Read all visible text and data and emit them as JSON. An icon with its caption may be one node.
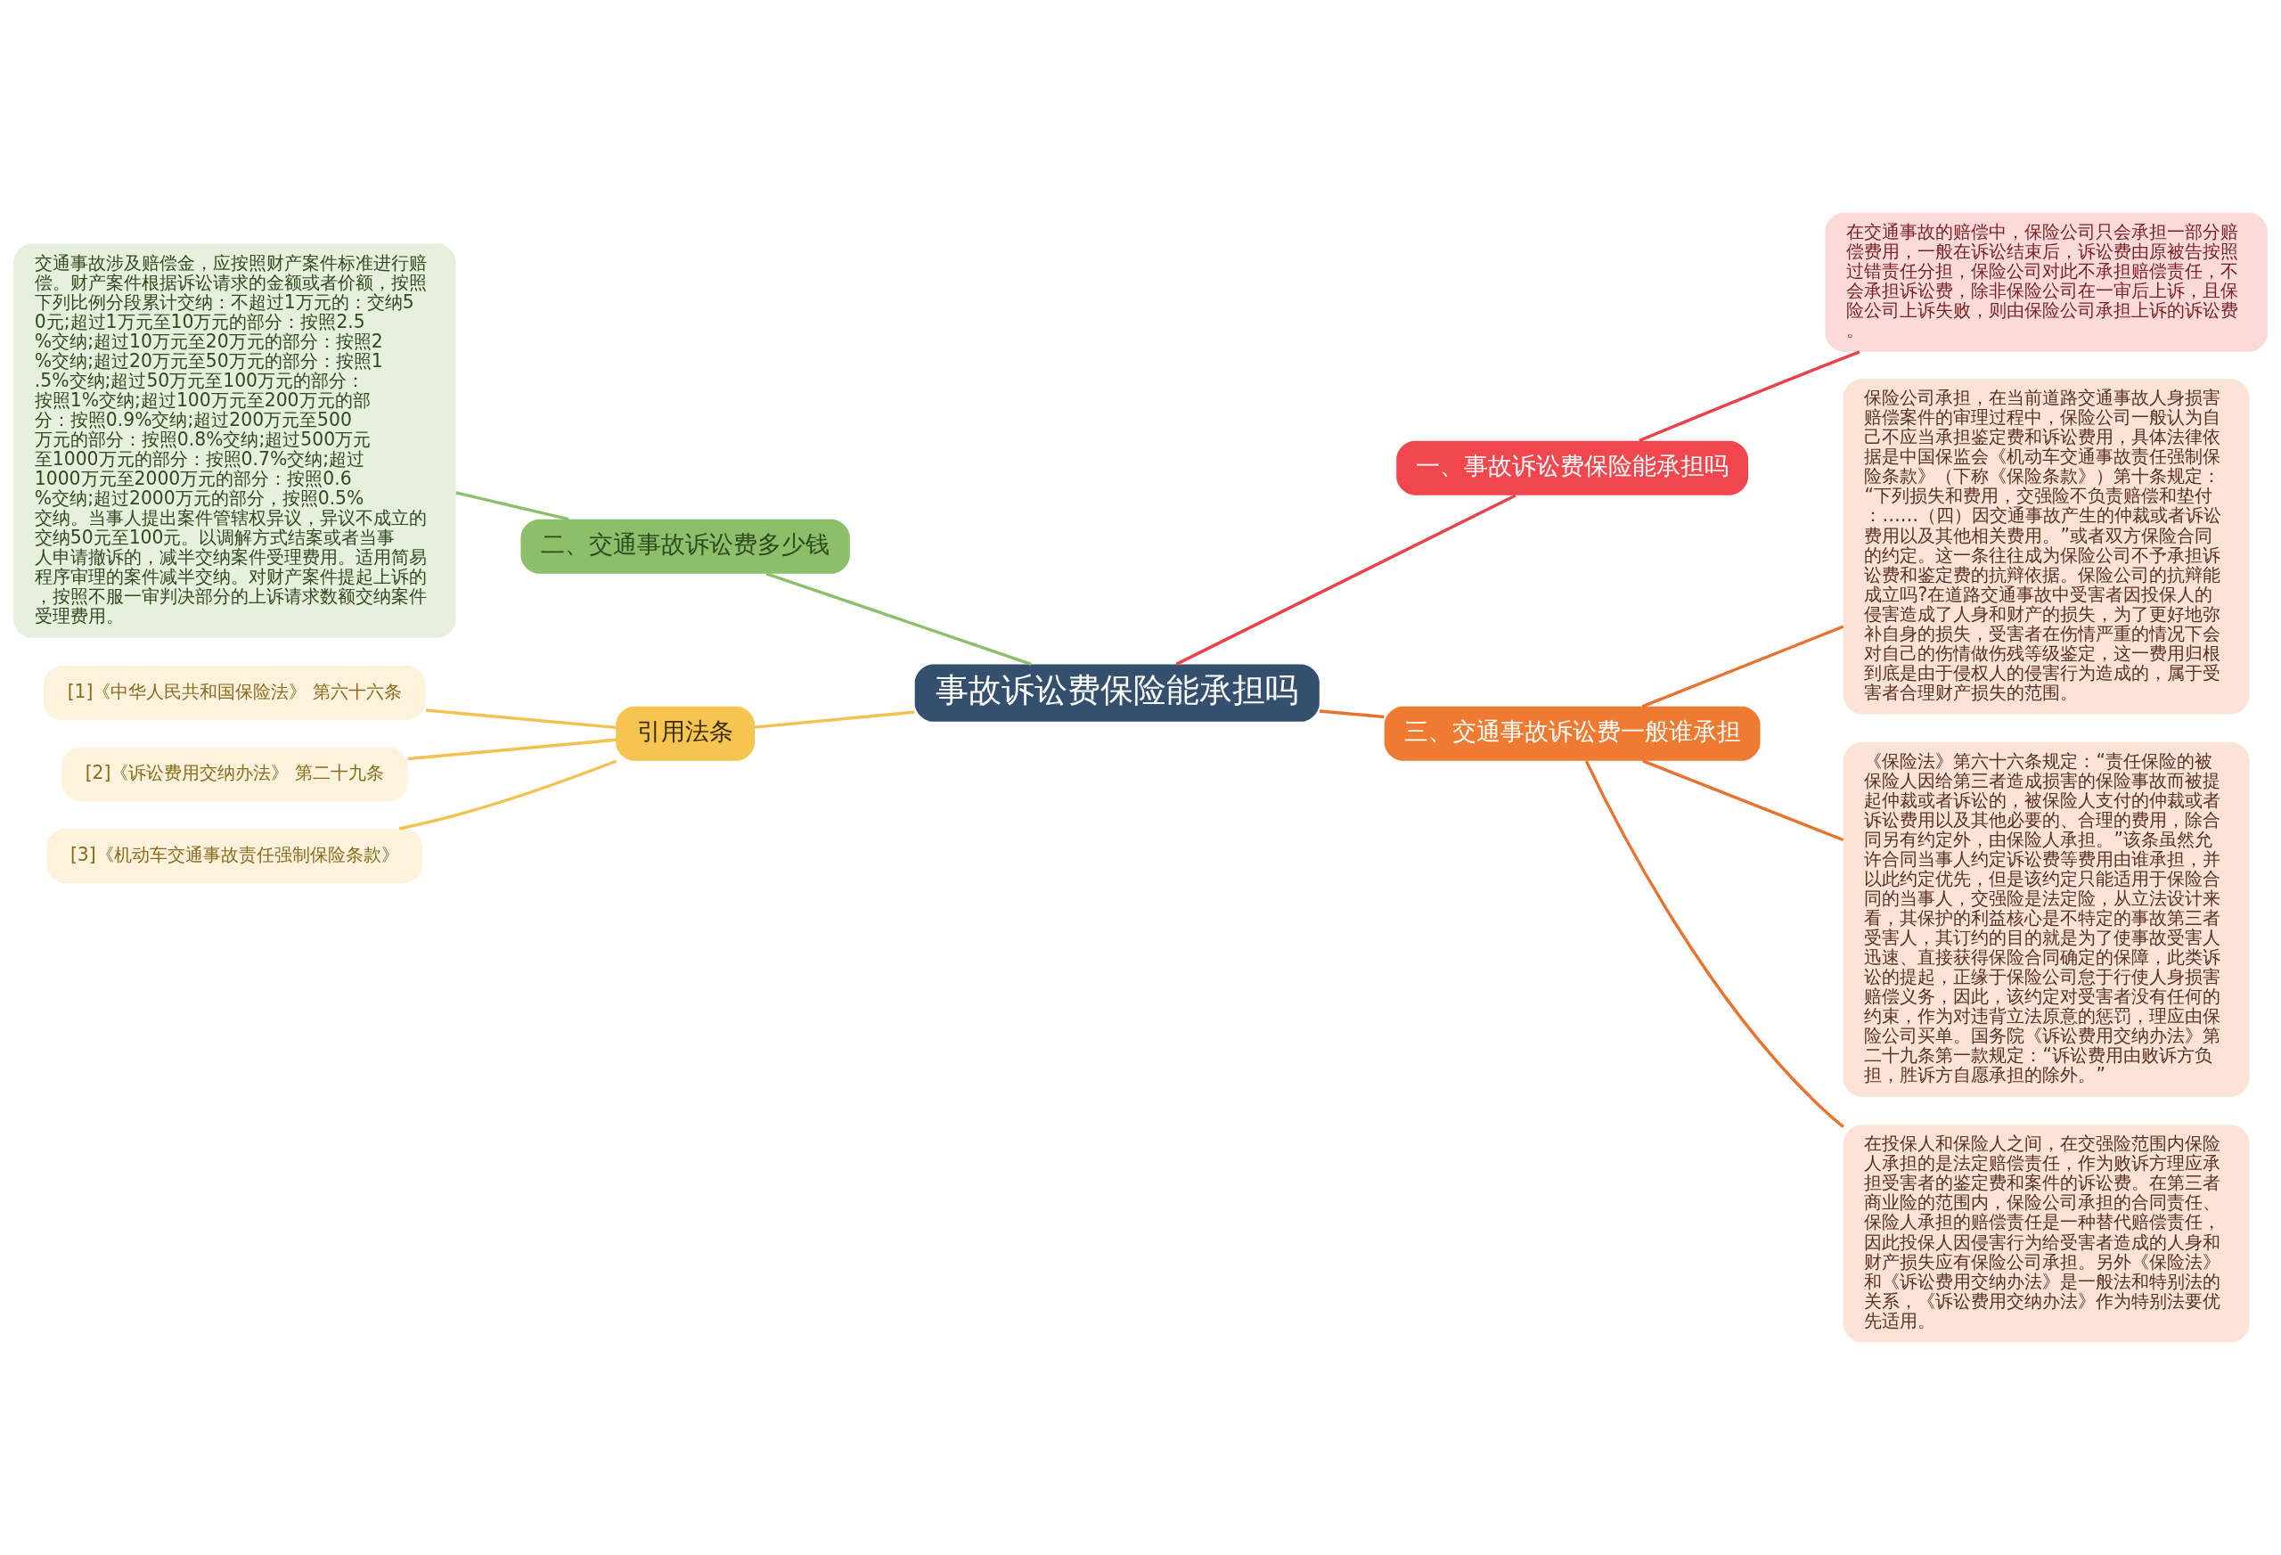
{
  "diagram": {
    "nodes": [
      {
        "text": [
          "事故诉讼费保险能承担吗"
        ]
      },
      {
        "text": [
          "一、事故诉讼费保险能承担吗"
        ]
      },
      {
        "text": [
          "在交通事故的赔偿中，保险公司只会承担一部分赔偿费用，一般在诉讼结束后，诉讼费由原被告按照过错责任分担，保险公司对此不承担赔偿责任，不会承担诉讼费，除非保险公司在一审后上诉，且保险公司上诉失败，则由保险公司承担上诉的诉讼费。"
        ]
      },
      {
        "text": [
          "二、交通事故诉讼费多少钱"
        ]
      },
      {
        "text": [
          "交通事故涉及赔偿金，应按照财产案件标准进行赔偿。财产案件根据诉讼请求的金额或者价额，按照下列比例分段累计交纳：不超过1万元的：交纳50元;超过1万元至10万元的部分：按照2.5%交纳;超过10万元至20万元的部分：按照2%交纳;超过20万元至50万元的部分：按照1.5%交纳;超过50万元至100万元的部分：按照1%交纳;超过100万元至200万元的部分：按照0.9%交纳;超过200万元至500万元的部分：按照0.8%交纳;超过500万元至1000万元的部分：按照0.7%交纳;超过1000万元至2000万元的部分：按照0.6%交纳;超过2000万元的部分，按照0.5%交纳。当事人提出案件管辖权异议，异议不成立的交纳50元至100元。以调解方式结案或者当事人申请撤诉的，减半交纳案件受理费用。适用简易程序审理的案件减半交纳。对财产案件提起上诉的，按照不服一审判决部分的上诉请求数额交纳案件受理费用。"
        ]
      },
      {
        "text": [
          "三、交通事故诉讼费一般谁承担"
        ]
      },
      {
        "text": [
          "保险公司承担，在当前道路交通事故人身损害赔偿案件的审理过程中，保险公司一般认为自己不应当承担鉴定费和诉讼费用，具体法律依据是中国保监会《机动车交通事故责任强制保险条款》（下称《保险条款》）第十条规定：“下列损失和费用，交强险不负责赔偿和垫付：……（四）因交通事故产生的仲裁或者诉讼费用以及其他相关费用。”或者双方保险合同的约定。这一条往往成为保险公司不予承担诉讼费和鉴定费的抗辩依据。保险公司的抗辩能成立吗?在道路交通事故中受害者因投保人的侵害造成了人身和财产的损失，为了更好地弥补自身的损失，受害者在伤情严重的情况下会对自己的伤情做伤残等级鉴定，这一费用归根到底是由于侵权人的侵害行为造成的，属于受害者合理财产损失的范围。"
        ]
      },
      {
        "text": [
          "《保险法》第六十六条规定：“责任保险的被保险人因给第三者造成损害的保险事故而被提起仲裁或者诉讼的，被保险人支付的仲裁或者诉讼费用以及其他必要的、合理的费用，除合同另有约定外，由保险人承担。”该条虽然允许合同当事人约定诉讼费等费用由谁承担，并以此约定优先，但是该约定只能适用于保险合同的当事人，交强险是法定险，从立法设计来看，其保护的利益核心是不特定的事故第三者受害人，其订约的目的就是为了使事故受害人迅速、直接获得保险合同确定的保障，此类诉讼的提起，正缘于保险公司怠于行使人身损害赔偿义务，因此，该约定对受害者没有任何的约束，作为对违背立法原意的惩罚，理应由保险公司买单。国务院《诉讼费用交纳办法》第二十九条第一款规定：“诉讼费用由败诉方负担，胜诉方自愿承担的除外。”"
        ]
      },
      {
        "text": [
          "在投保人和保险人之间，在交强险范围内保险人承担的是法定赔偿责任，作为败诉方理应承担受害者的鉴定费和案件的诉讼费。在第三者商业险的范围内，保险公司承担的合同责任、保险人承担的赔偿责任是一种替代赔偿责任，因此投保人因侵害行为给受害者造成的人身和财产损失应有保险公司承担。另外《保险法》和《诉讼费用交纳办法》是一般法和特别法的关系，《诉讼费用交纳办法》作为特别法要优先适用。"
        ]
      },
      {
        "text": [
          "引用法条"
        ]
      },
      {
        "text": [
          "[1]《中华人民共和国保险法》 第六十六条"
        ]
      },
      {
        "text": [
          "[2]《诉讼费用交纳办法》 第二十九条"
        ]
      },
      {
        "text": [
          "[3]《机动车交通事故责任强制保险条款》"
        ]
      }
    ],
    "edges": [
      {
        "from": 0,
        "to": 1,
        "arrow": "none",
        "color": "#e8434a"
      },
      {
        "from": 1,
        "to": 2,
        "arrow": "none",
        "color": "#e8434a"
      },
      {
        "from": 0,
        "to": 3,
        "arrow": "none",
        "color": "#8cbf6a"
      },
      {
        "from": 3,
        "to": 4,
        "arrow": "none",
        "color": "#8cbf6a"
      },
      {
        "from": 0,
        "to": 5,
        "arrow": "none"
      },
      {
        "from": 5,
        "to": 6,
        "arrow": "none"
      },
      {
        "from": 5,
        "to": 7,
        "arrow": "none"
      },
      {
        "from": 5,
        "to": 8,
        "arrow": "none"
      },
      {
        "from": 0,
        "to": 9,
        "arrow": "none",
        "color": "#f2c14e"
      },
      {
        "from": 9,
        "to": 10,
        "arrow": "none",
        "color": "#f2c14e"
      },
      {
        "from": 9,
        "to": 11,
        "arrow": "none",
        "color": "#f2c14e"
      },
      {
        "from": 9,
        "to": 12,
        "arrow": "none",
        "color": "#f2c14e"
      }
    ]
  }
}
